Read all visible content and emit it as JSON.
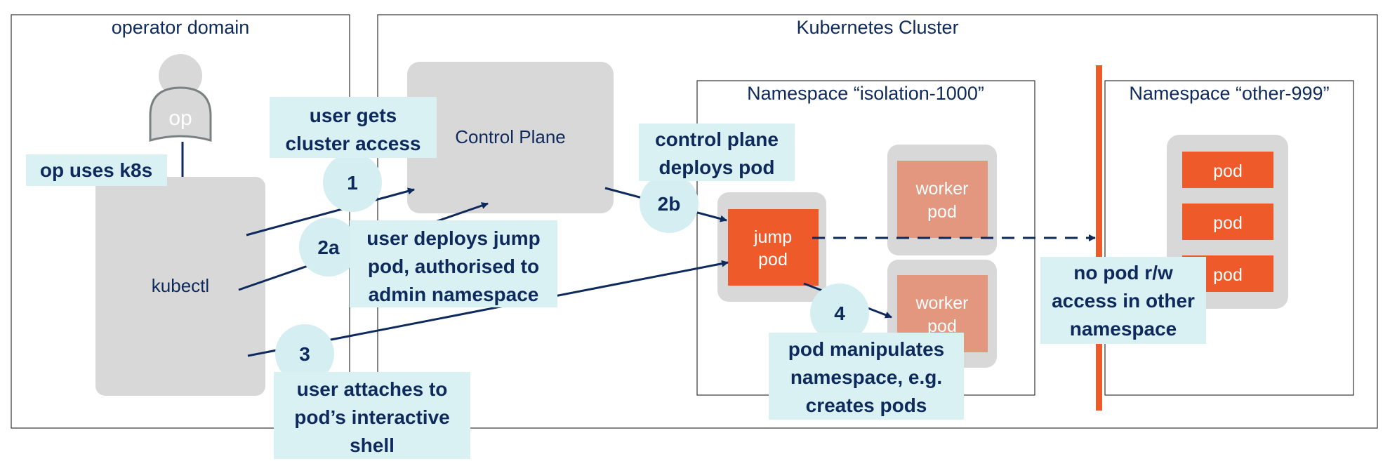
{
  "domains": {
    "operator": "operator domain",
    "cluster": "Kubernetes Cluster"
  },
  "namespaces": {
    "isolation": "Namespace “isolation-1000”",
    "other": "Namespace “other-999”"
  },
  "nodes": {
    "op": "op",
    "kubectl": "kubectl",
    "control_plane": "Control Plane",
    "jump_pod": [
      "jump",
      "pod"
    ],
    "worker_pod": [
      "worker",
      "pod"
    ],
    "pod": "pod"
  },
  "steps": {
    "s1": "1",
    "s2a": "2a",
    "s2b": "2b",
    "s3": "3",
    "s4": "4"
  },
  "callouts": {
    "op_uses": [
      "op uses k8s"
    ],
    "cluster_access": [
      "user gets",
      "cluster access"
    ],
    "deploys_jump": [
      "user deploys jump",
      "pod, authorised to",
      "admin namespace"
    ],
    "attaches": [
      "user attaches to",
      "pod’s interactive",
      "shell"
    ],
    "cp_deploys": [
      "control plane",
      "deploys pod"
    ],
    "manipulates": [
      "pod manipulates",
      "namespace, e.g.",
      "creates pods"
    ],
    "no_access": [
      "no pod r/w",
      "access in other",
      "namespace"
    ]
  },
  "colors": {
    "navy": "#0e2a5c",
    "box_gray": "#d8d8d8",
    "callout": "#d9f1f3",
    "circle": "#d4eef1",
    "orange": "#ef5a2a",
    "worker": "#e2977e"
  }
}
